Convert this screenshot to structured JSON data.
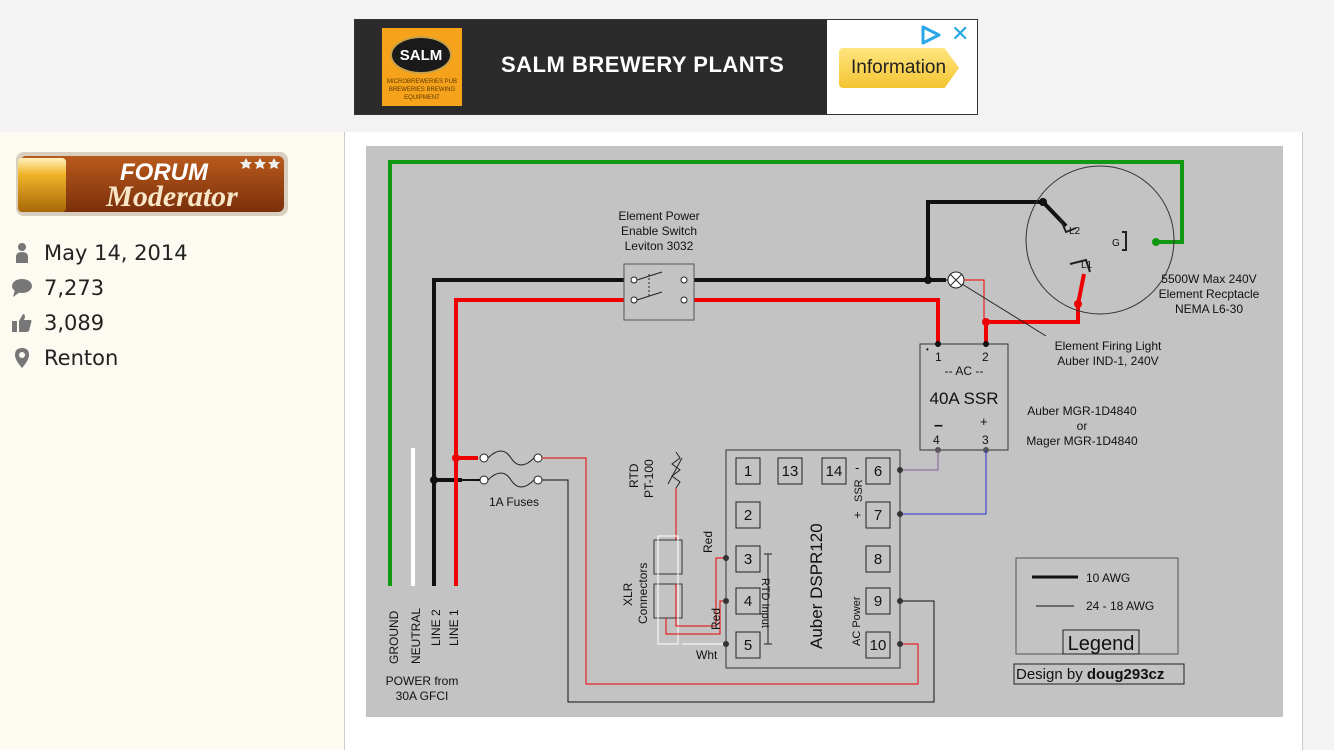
{
  "ad": {
    "logo_text": "SALM",
    "logo_tagline": "MICROBREWERIES PUB BREWERIES BREWING EQUIPMENT",
    "title": "SALM BREWERY PLANTS",
    "cta": "Information",
    "close": "✕"
  },
  "sidebar": {
    "badge_line1": "FORUM",
    "badge_line2": "Moderator",
    "joined": "May 14, 2014",
    "messages": "7,273",
    "likes": "3,089",
    "location": "Renton"
  },
  "diagram": {
    "switch_label": [
      "Element Power",
      "Enable Switch",
      "Leviton 3032"
    ],
    "receptacle_label": [
      "5500W Max 240V",
      "Element Recptacle",
      "NEMA L6-30"
    ],
    "receptacle_pins": {
      "l1": "L1",
      "l2": "L2",
      "g": "G"
    },
    "light_label": [
      "Element Firing Light",
      "Auber IND-1, 240V"
    ],
    "ssr_title": "40A SSR",
    "ssr_ac": "-- AC --",
    "ssr_pins": {
      "p1": "1",
      "p2": "2",
      "p3": "3",
      "p4": "4",
      "minus": "–",
      "plus": "+"
    },
    "ssr_model": [
      "Auber MGR-1D4840",
      "or",
      "Mager MGR-1D4840"
    ],
    "fuses_label": "1A Fuses",
    "rtd_label": [
      "RTD",
      "PT-100"
    ],
    "xlr_label": [
      "XLR",
      "Connectors"
    ],
    "wire_red": "Red",
    "wire_wht": "Wht",
    "controller_label": "Auber DSPR120",
    "terminals": [
      "1",
      "13",
      "14",
      "6",
      "2",
      "7",
      "3",
      "8",
      "4",
      "9",
      "5",
      "10"
    ],
    "ssr_side_label": "SSR",
    "rtd_input_label": "RTD Input",
    "ac_power_label": "AC Power",
    "ssr_minus": "-",
    "ssr_plus": "+",
    "power_labels": [
      "GROUND",
      "NEUTRAL",
      "LINE 2",
      "LINE 1"
    ],
    "power_from": [
      "POWER from",
      "30A GFCI"
    ],
    "legend": {
      "heavy": "10 AWG",
      "light": "24 - 18 AWG",
      "title": "Legend"
    },
    "credit_prefix": "Design by ",
    "credit_name": "doug293cz"
  },
  "colors": {
    "ground": "#119911",
    "line1": "#ee0000",
    "line2": "#111111",
    "neutral": "#ffffff",
    "signal_blue": "#2233cc",
    "signal_purple": "#8a5d9c",
    "diagram_bg": "#c3c3c3",
    "ad_orange": "#f7a21b"
  }
}
